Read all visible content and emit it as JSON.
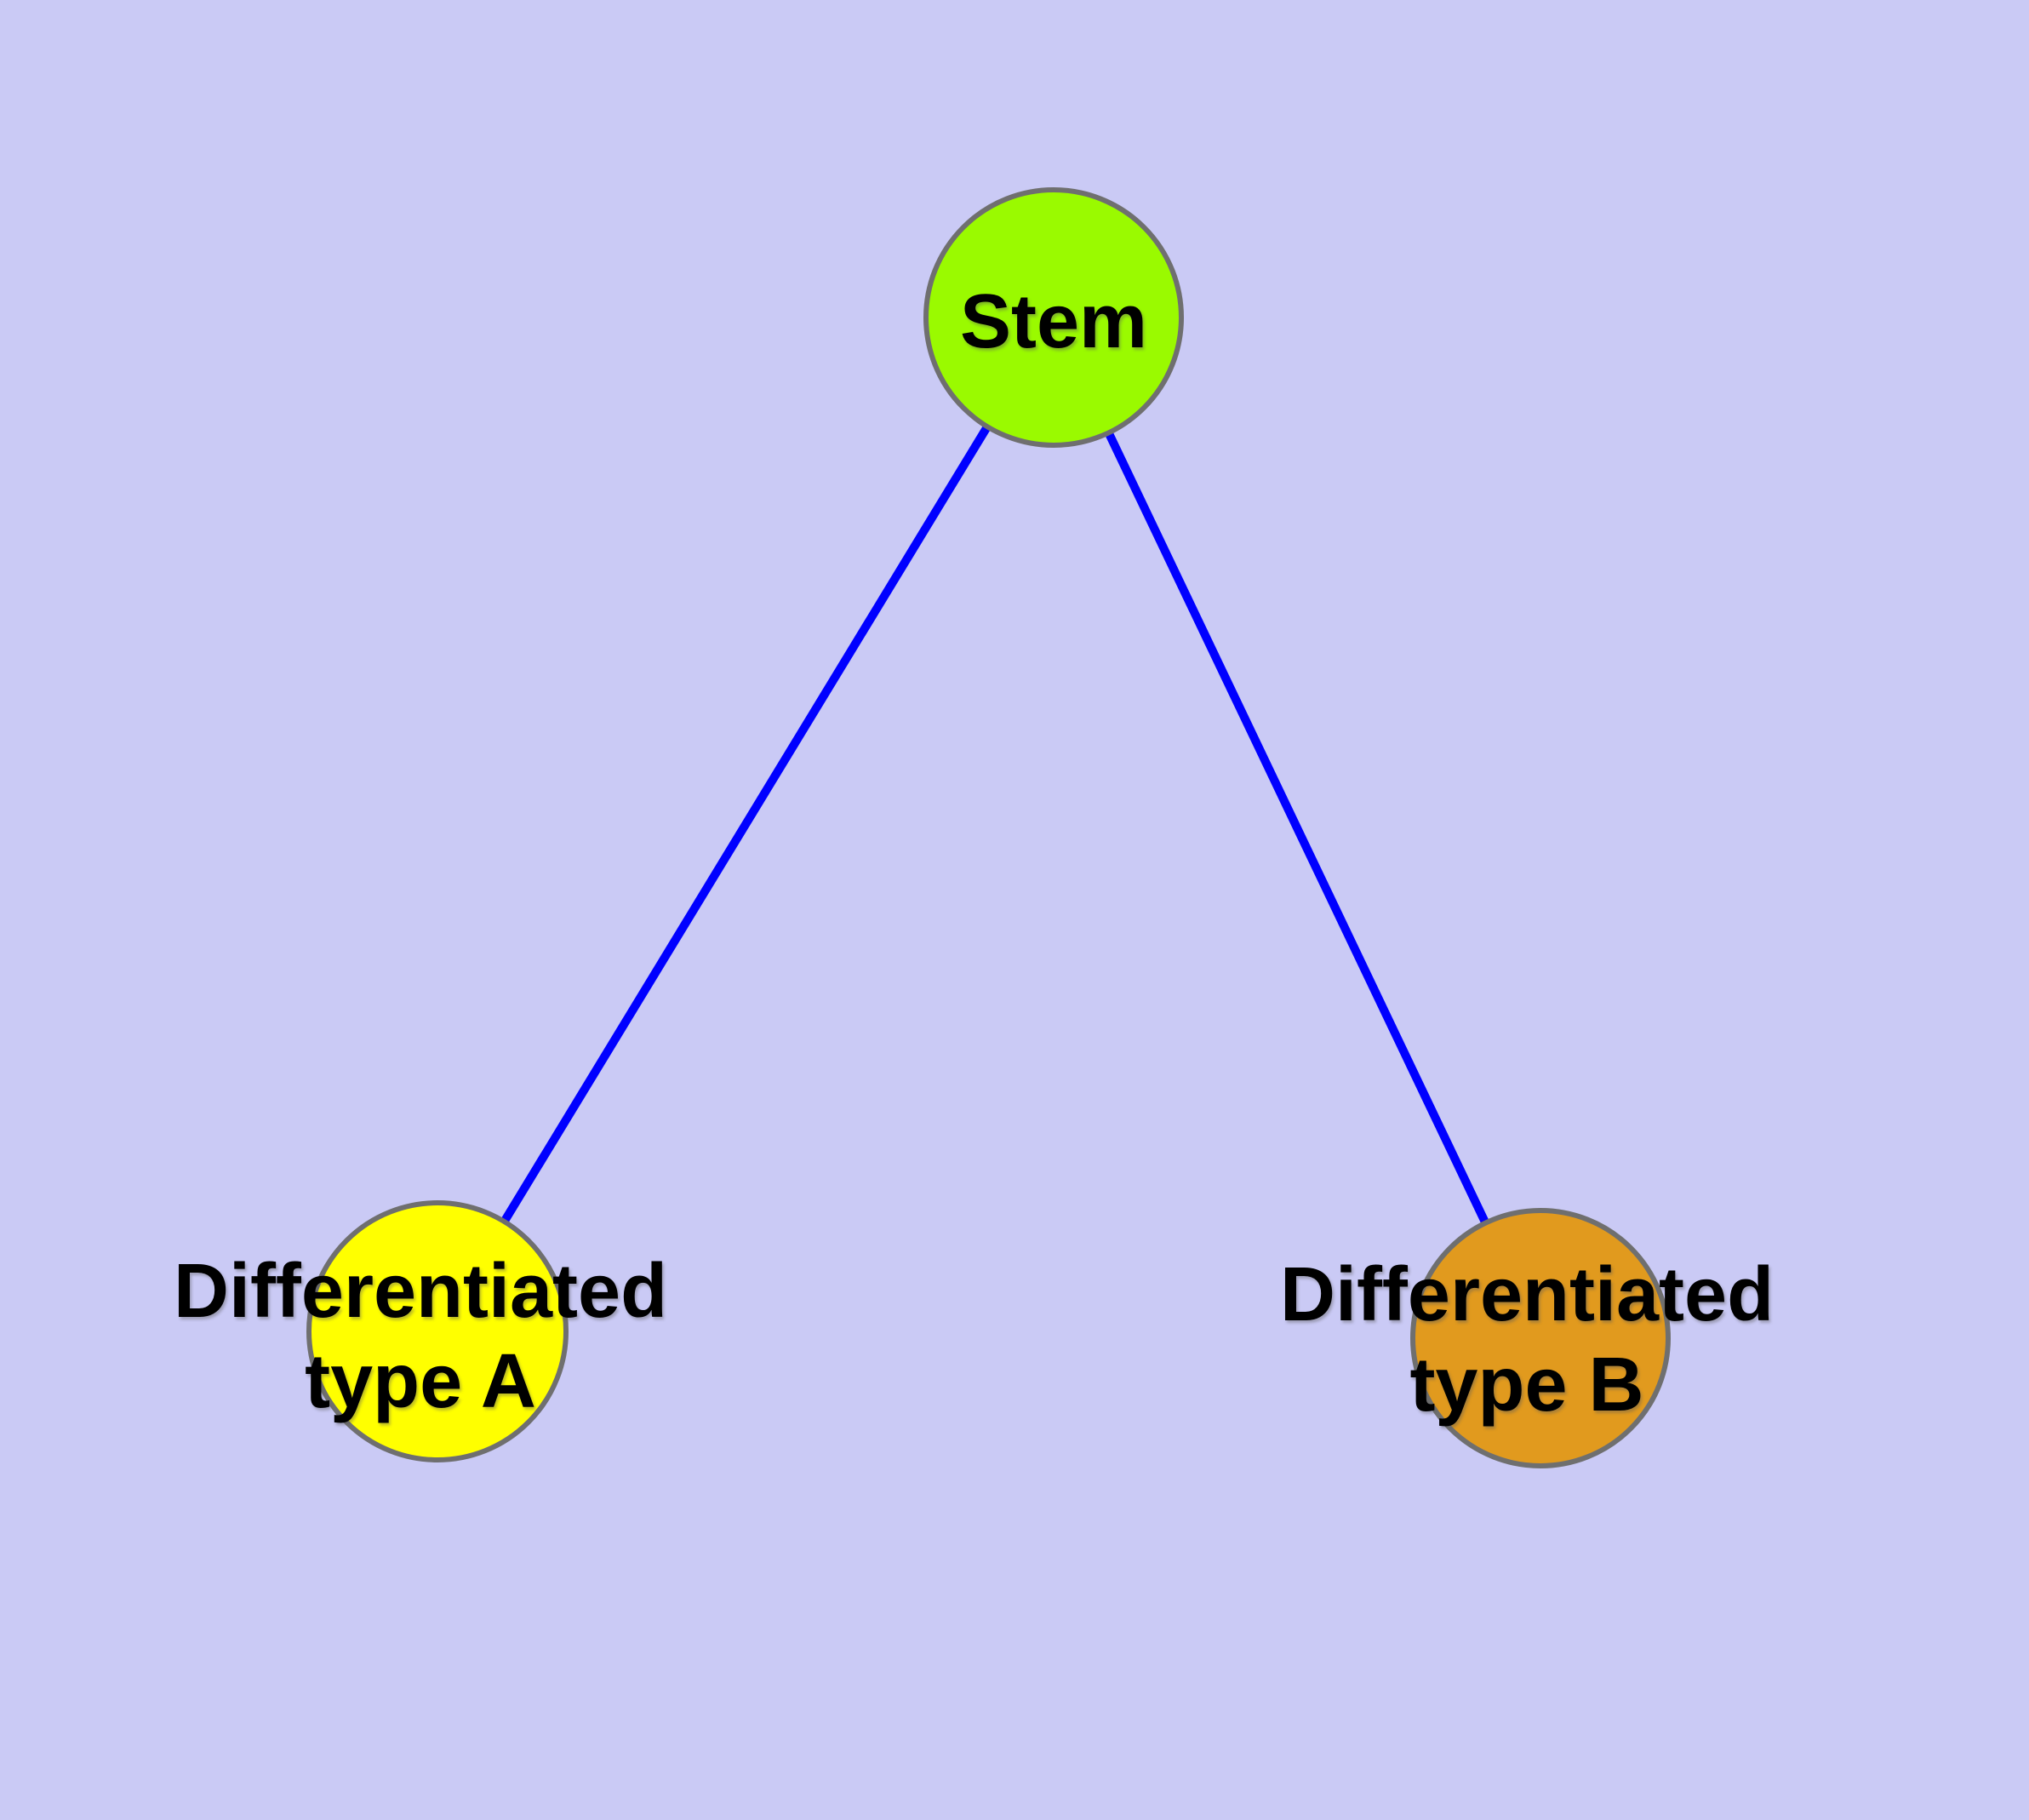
{
  "diagram": {
    "nodes": {
      "stem": {
        "label": "Stem",
        "fill": "#9afa00"
      },
      "type_a": {
        "label_line1": "Differentiated",
        "label_line2": "type A",
        "fill": "#ffff00"
      },
      "type_b": {
        "label_line1": "Differentiated",
        "label_line2": "type B",
        "fill": "#e19a1e"
      }
    },
    "edges": [
      {
        "from": "Stem",
        "to": "Differentiated type A"
      },
      {
        "from": "Stem",
        "to": "Differentiated type B"
      }
    ]
  },
  "colors": {
    "background": "#cacaf5",
    "edge": "#0000ff",
    "node_border": "#6f6f6f",
    "label_text": "#000000"
  }
}
